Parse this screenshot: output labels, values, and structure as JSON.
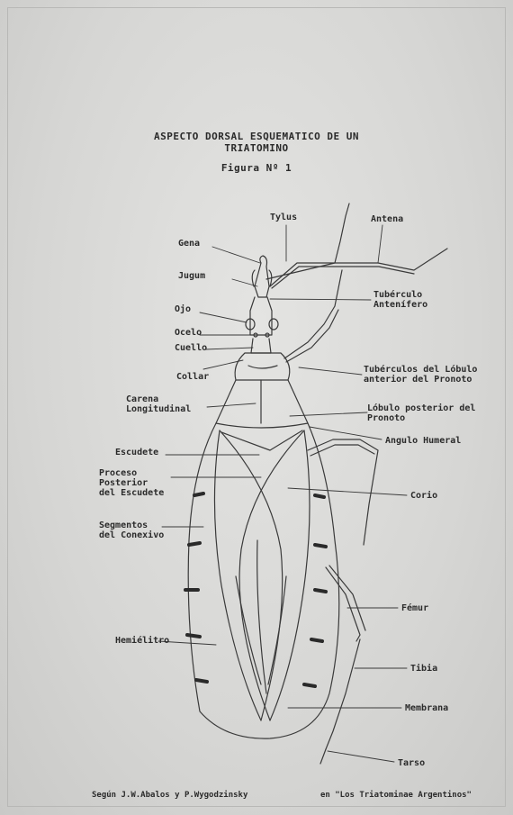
{
  "title": {
    "line1": "ASPECTO DORSAL ESQUEMATICO DE UN",
    "line2": "TRIATOMINO",
    "figure": "Figura Nº 1"
  },
  "labels": {
    "tylus": "Tylus",
    "antena": "Antena",
    "gena": "Gena",
    "jugum": "Jugum",
    "tuberculo_antenifero": "Tubérculo\nAntenífero",
    "ojo": "Ojo",
    "ocelo": "Ocelo",
    "cuello": "Cuello",
    "collar": "Collar",
    "tuberculos_lobulo": "Tubérculos del Lóbulo\nanterior del Pronoto",
    "carena": "Carena\nLongitudinal",
    "lobulo_posterior": "Lóbulo posterior del\nPronoto",
    "angulo_humeral": "Angulo Humeral",
    "escudete": "Escudete",
    "proceso_posterior": "Proceso\nPosterior\ndel Escudete",
    "corio": "Corio",
    "segmentos_conexivo": "Segmentos\ndel Conexivo",
    "femur": "Fémur",
    "hemielitro": "Hemiélitro",
    "tibia": "Tibia",
    "membrana": "Membrana",
    "tarso": "Tarso"
  },
  "footer": {
    "authors": "Según J.W.Abalos y P.Wygodzinsky",
    "source": "en \"Los Triatominae Argentinos\""
  }
}
